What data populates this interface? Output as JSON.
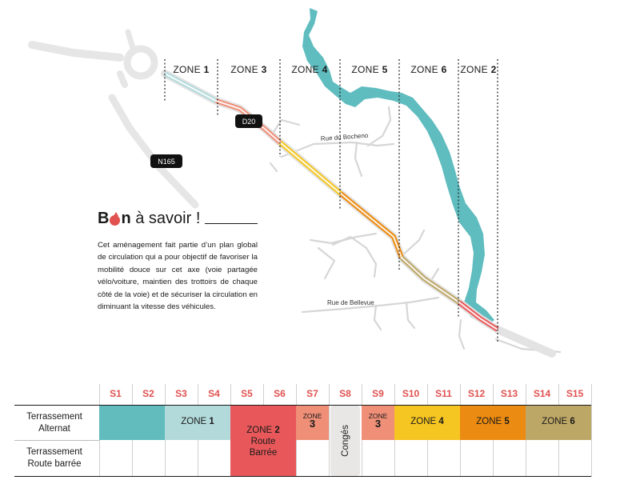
{
  "map": {
    "zone_headers": [
      {
        "id": "zone1",
        "word": "ZONE",
        "num": "1"
      },
      {
        "id": "zone3",
        "word": "ZONE",
        "num": "3"
      },
      {
        "id": "zone4",
        "word": "ZONE",
        "num": "4"
      },
      {
        "id": "zone5",
        "word": "ZONE",
        "num": "5"
      },
      {
        "id": "zone6",
        "word": "ZONE",
        "num": "6"
      },
      {
        "id": "zone2",
        "word": "ZONE",
        "num": "2"
      }
    ],
    "road_badges": {
      "d20": "D20",
      "n165": "N165"
    },
    "street_names": {
      "bocheno": "Rue du Bocheno",
      "bellevue": "Rue de Bellevue"
    },
    "colors": {
      "zone1": "#b3dadb",
      "zone2": "#e8585a",
      "zone3": "#ef8f78",
      "zone4": "#f5c522",
      "zone5": "#ec8b11",
      "zone6": "#bda766",
      "river": "#5fbcbf",
      "road": "#e3e3e3",
      "street": "#d8d8d8"
    }
  },
  "info": {
    "title_bold_start": "B",
    "title_bold_end": "n",
    "title_rest": "à savoir !",
    "text": "Cet aménagement fait partie d’un plan global de circulation qui a pour objectif de favoriser la mobilité douce sur cet axe (voie partagée vélo/voiture, maintien des trottoirs de chaque côté de la voie) et de sécuriser la circulation en diminuant la vitesse des véhicules."
  },
  "schedule": {
    "weeks": [
      "S1",
      "S2",
      "S3",
      "S4",
      "S5",
      "S6",
      "S7",
      "S8",
      "S9",
      "S10",
      "S11",
      "S12",
      "S13",
      "S14",
      "S15"
    ],
    "rows": [
      {
        "id": "alternat",
        "label_line1": "Terrassement",
        "label_line2": "Alternat"
      },
      {
        "id": "barree",
        "label_line1": "Terrassement",
        "label_line2": "Route barrée"
      }
    ],
    "blocks": [
      {
        "id": "b-zone1-teal",
        "text": ""
      },
      {
        "id": "b-zone1",
        "word": "ZONE",
        "num": "1"
      },
      {
        "id": "b-zone2",
        "word": "ZONE",
        "num": "2",
        "line2": "Route",
        "line3": "Barrée"
      },
      {
        "id": "b-zone3a",
        "word": "ZONE",
        "num": "3"
      },
      {
        "id": "b-conges",
        "text": "Congés"
      },
      {
        "id": "b-zone3b",
        "word": "ZONE",
        "num": "3"
      },
      {
        "id": "b-zone4",
        "word": "ZONE",
        "num": "4"
      },
      {
        "id": "b-zone5",
        "word": "ZONE",
        "num": "5"
      },
      {
        "id": "b-zone6",
        "word": "ZONE",
        "num": "6"
      }
    ]
  }
}
